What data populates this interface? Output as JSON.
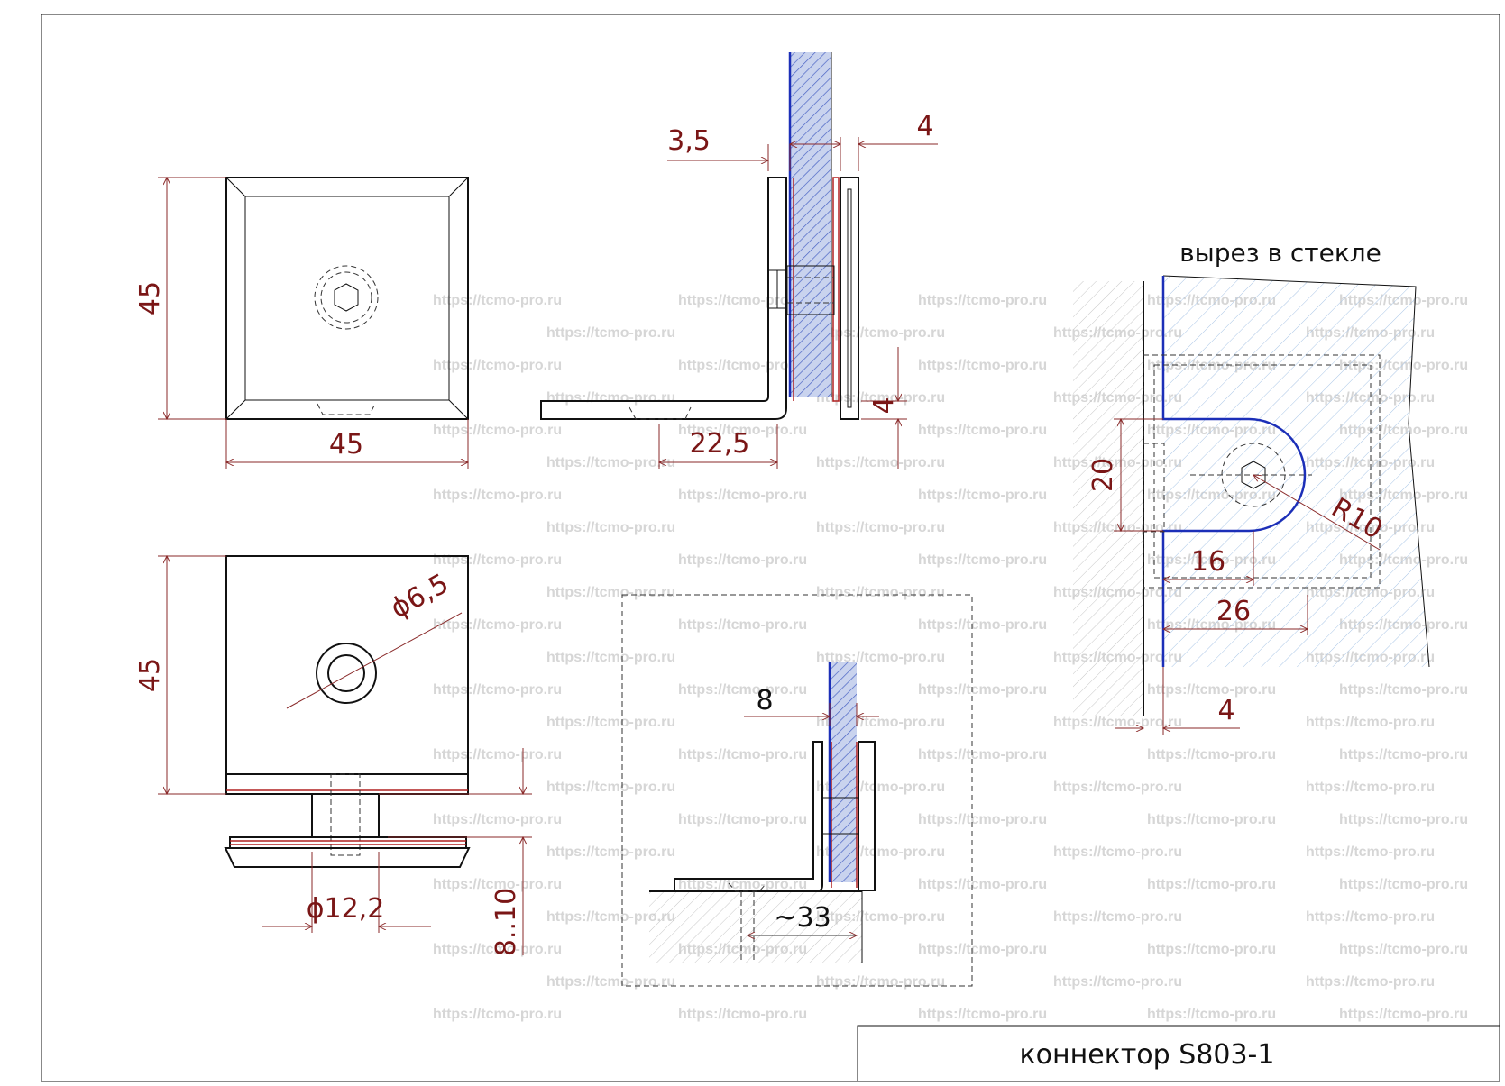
{
  "title_block": {
    "title": "коннектор S803-1"
  },
  "cutout_view": {
    "title": "вырез в стекле"
  },
  "dimensions": {
    "top_view_height": "45",
    "top_view_width": "45",
    "side_thick_left": "3,5",
    "side_thick_right": "4",
    "side_plate_4": "4",
    "side_depth": "22,5",
    "bottom_view_height": "45",
    "bottom_hole_dia": "ϕ6,5",
    "bottom_boss_dia": "ϕ12,2",
    "bottom_glass": "8..10",
    "install_glass": "8",
    "install_depth": "~33",
    "cut_height": "20",
    "cut_radius": "R10",
    "cut_depth_16": "16",
    "cut_depth_26": "26",
    "cut_gap": "4"
  },
  "watermark": {
    "text": "https://tcmo-pro.ru"
  },
  "colors": {
    "dimension": "#7a1616",
    "glass": "#1c2fb8",
    "gasket": "#b02020",
    "outline": "#111111"
  }
}
